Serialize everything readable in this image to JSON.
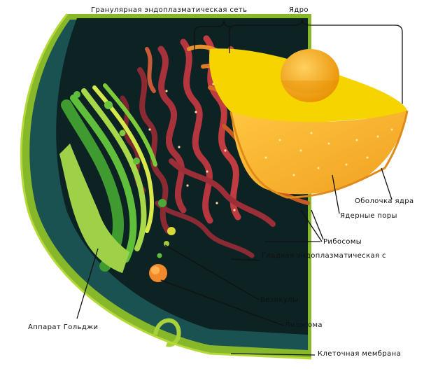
{
  "labels": {
    "rough_er": "Гранулярная эндоплазматическая сеть",
    "nucleus": "Ядро",
    "nuclear_envelope": "Оболочка ядра",
    "nuclear_pores": "Ядерные поры",
    "ribosomes": "Рибосомы",
    "smooth_er": "Гладкая эндоплазматическая с",
    "vesicles": "Везикулы",
    "lysosome": "Лизосома",
    "golgi": "Аппарат Гольджи",
    "cell_membrane": "Клеточная мембрана"
  },
  "colors": {
    "cytoplasm_dark": "#102c2c",
    "cytoplasm_teal": "#1a5252",
    "membrane_green": "#86b82a",
    "nucleus_yellow": "#f5c800",
    "nucleolus": "#f0a400",
    "rough_er": "#a8323c",
    "smooth_er": "#c04a2a",
    "golgi_green": "#5fbf3a",
    "golgi_light": "#a6d84a"
  }
}
